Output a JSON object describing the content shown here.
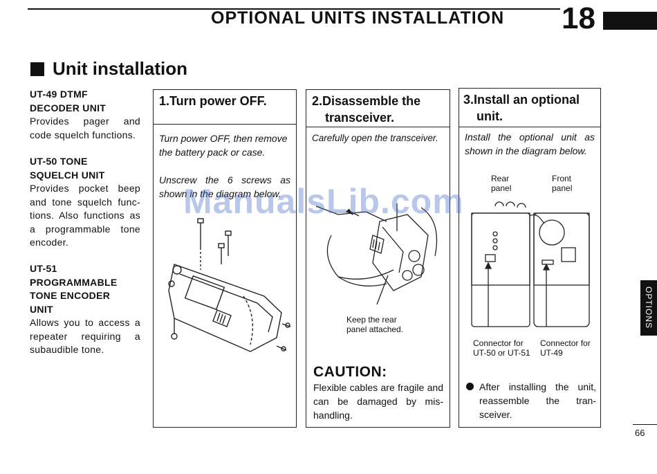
{
  "header": {
    "title": "OPTIONAL UNITS INSTALLATION",
    "chapter": "18"
  },
  "section_title": "Unit installation",
  "units": [
    {
      "name_line1": "UT-49 DTMF",
      "name_line2": "DECODER UNIT",
      "desc": [
        "Provides pager and",
        "code squelch functions."
      ]
    },
    {
      "name_line1": "UT-50 TONE",
      "name_line2": "SQUELCH UNIT",
      "desc": [
        "Provides pocket beep",
        "and tone squelch func-",
        "tions.  Also functions as",
        "a programmable tone",
        "encoder."
      ]
    },
    {
      "name_line1": "UT-51",
      "name_line2": "PROGRAMMABLE",
      "name_line3": "TONE ENCODER",
      "name_line4": "UNIT",
      "desc": [
        "Allows you to access a",
        "repeater requiring a",
        "subaudible tone."
      ]
    }
  ],
  "steps": [
    {
      "title_line1": "1.Turn power OFF.",
      "title_line2": "",
      "text": [
        "Turn power OFF, then remove",
        "the battery pack or case.",
        "",
        "Unscrew the 6 screws as",
        "shown in the diagram below."
      ]
    },
    {
      "title_line1": "2.Disassemble the",
      "title_line2": "transceiver.",
      "text": [
        "Carefully open the transceiver."
      ],
      "figure_caption": [
        "Keep the rear",
        "panel attached."
      ]
    },
    {
      "title_line1": "3.Install an optional",
      "title_line2": "unit.",
      "text": [
        "Install the optional unit as",
        "shown in the diagram below."
      ],
      "labels": {
        "rear": [
          "Rear",
          "panel"
        ],
        "front": [
          "Front",
          "panel"
        ],
        "conn_left": [
          "Connector for",
          "UT-50 or UT-51"
        ],
        "conn_right": [
          "Connector for",
          "UT-49"
        ]
      },
      "note": [
        "After installing the unit,",
        "reassemble the tran-",
        "sceiver."
      ]
    }
  ],
  "caution": {
    "title": "CAUTION:",
    "text": [
      "Flexible cables are fragile and",
      "can be damaged by mis-",
      "handling."
    ]
  },
  "side_tab": "OPTIONS",
  "page_number": "66",
  "watermark": "ManualsLib.com"
}
